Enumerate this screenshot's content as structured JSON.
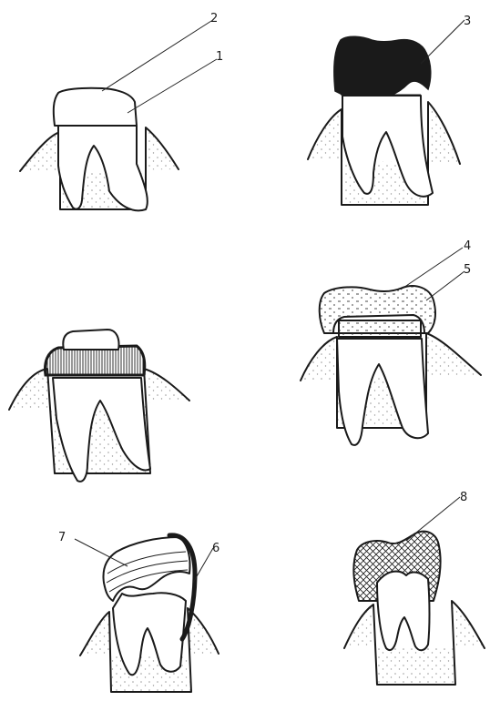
{
  "labels": {
    "l1": "1",
    "l2": "2",
    "l3": "3",
    "l4": "4",
    "l5": "5",
    "l6": "6",
    "l7": "7",
    "l8": "8"
  },
  "colors": {
    "ink": "#1a1a1a",
    "gum_stipple": "#9a9a9a",
    "background": "#ffffff"
  }
}
